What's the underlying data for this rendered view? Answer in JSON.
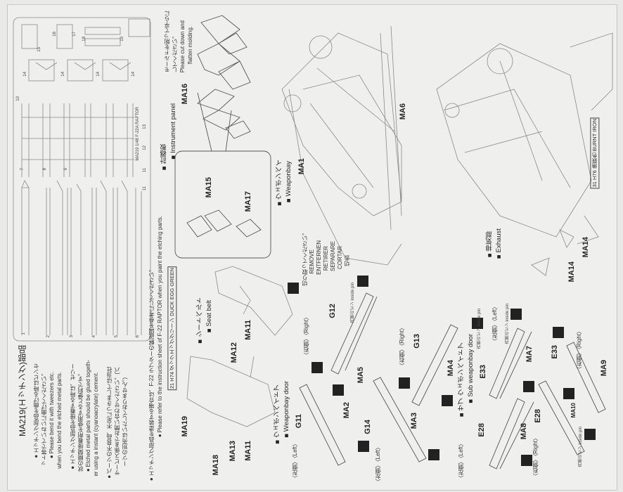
{
  "etch_section": {
    "title": "MA219(エッチング)部品",
    "notes": [
      "●エッチング部品を曲げる時はピンセ",
      "ット等でていねいに曲げてください。",
      "●Please bend it with tweezers etc.",
      "when you bend the etched metal parts.",
      "●エッチング部品を接着する時は、ゼリー",
      "状の瞬間接着剤を使用すると便利です。",
      "●Etched metal parts should be glued togeth-",
      "er using a instant (cyanoacrylate) cement.",
      "●パーツの不良品、不足につきましては当社",
      "サービス係までお問い合わせください。(パ",
      "ーツの別売はいたしておりません。)"
    ],
    "paint_note_jp": "●エッチング部品を塗装する場合は、F-22 ラプターの解説図を参考にしてください。",
    "paint_note_en": "●Please refer to the instruction sheet of F-22 RAPTOR when you paint the etching parts.",
    "fret_numbers": [
      "1",
      "2",
      "3",
      "4",
      "5",
      "6",
      "7",
      "8",
      "9",
      "10",
      "11",
      "11",
      "12",
      "13",
      "14",
      "14",
      "14",
      "14",
      "15",
      "16",
      "17",
      "18",
      "19"
    ],
    "fret_label": "MA219 1/48 F-22A RAPTOR"
  },
  "colors": {
    "duck_egg": {
      "num": "21",
      "code": "H74",
      "jp": "ダックエッググリーン",
      "en": "DUCK EGG GREEN"
    },
    "burnt_iron": {
      "num": "31",
      "code": "H76",
      "jp": "焼鉄色",
      "en": "BURNT IRON"
    }
  },
  "sections": {
    "seatbelt": {
      "jp": "■シートベルト",
      "en": "■Seat belt"
    },
    "instrument": {
      "jp": "■計器板",
      "en": "■Instrument panel"
    },
    "molding": {
      "jp1": "モールドを削って平らに",
      "jp2": "してください。",
      "en1": "Please cut down and",
      "en2": "flatten molding."
    },
    "weaponbay": {
      "jp": "■ウェポンベイ",
      "en": "■Weaponbay"
    },
    "remove": [
      "切り取ってください。",
      "REMOVE",
      "ENTFERNEN",
      "RETIRER",
      "SEPARARE",
      "CORTAR",
      "切去"
    ],
    "exhaust": {
      "jp": "■排気部",
      "en": "■Exhaust"
    },
    "bay_door": {
      "jp": "■ウェポンベイドア",
      "en": "■Weaponbay door"
    },
    "sub_bay_door": {
      "jp": "■サブ ウェポンベイドア",
      "en": "■Sub weaponbay door"
    },
    "right": "〈右側〉〈Right〉",
    "left": "〈左側〉〈Left〉",
    "inside_pin": "内側のピン Inside pin"
  },
  "parts": {
    "ma1": "MA1",
    "ma2": "MA2",
    "ma3": "MA3",
    "ma4": "MA4",
    "ma5": "MA5",
    "ma6": "MA6",
    "ma7": "MA7",
    "ma8": "MA8",
    "ma9": "MA9",
    "ma10": "MA10",
    "ma11": "MA11",
    "ma12": "MA12",
    "ma13": "MA13",
    "ma14": "MA14",
    "ma15": "MA15",
    "ma16": "MA16",
    "ma17": "MA17",
    "ma18": "MA18",
    "ma19": "MA19",
    "g11": "G11",
    "g12": "G12",
    "g13": "G13",
    "g14": "G14",
    "e28": "E28",
    "e33": "E33",
    "c21": "21",
    "c31": "31"
  }
}
